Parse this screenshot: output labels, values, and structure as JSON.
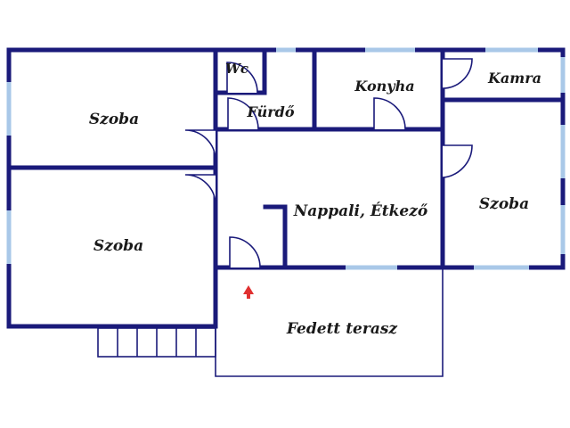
{
  "floorplan": {
    "rooms": {
      "szoba_top_left": "Szoba",
      "szoba_bottom_left": "Szoba",
      "wc": "Wc",
      "furdo": "Fürdő",
      "konyha": "Konyha",
      "kamra": "Kamra",
      "nappali": "Nappali, Étkező",
      "szoba_right": "Szoba",
      "terasz": "Fedett terasz"
    },
    "colors": {
      "wall": "#1a1a7a",
      "window": "#a9c8e8",
      "entrance_arrow": "#e03030"
    }
  }
}
